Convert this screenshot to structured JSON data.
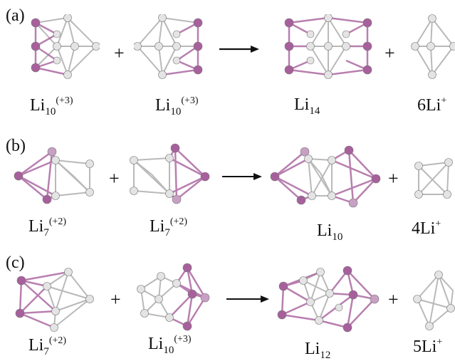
{
  "colors": {
    "pink": "#a7609c",
    "white_atom": "#e4e4e4",
    "bond_grey": "#b9b9b9"
  },
  "rows": [
    {
      "label": "(a)",
      "reactant1": {
        "base": "Li",
        "sub": "10",
        "charge": "(+3)"
      },
      "reactant2": {
        "base": "Li",
        "sub": "10",
        "charge": "(+3)"
      },
      "product": {
        "base": "Li",
        "sub": "14",
        "charge": ""
      },
      "byproduct": {
        "coef": "6",
        "base": "Li",
        "charge": "+"
      }
    },
    {
      "label": "(b)",
      "reactant1": {
        "base": "Li",
        "sub": "7",
        "charge": "(+2)"
      },
      "reactant2": {
        "base": "Li",
        "sub": "7",
        "charge": "(+2)"
      },
      "product": {
        "base": "Li",
        "sub": "10",
        "charge": ""
      },
      "byproduct": {
        "coef": "4",
        "base": "Li",
        "charge": "+"
      }
    },
    {
      "label": "(c)",
      "reactant1": {
        "base": "Li",
        "sub": "7",
        "charge": "(+2)"
      },
      "reactant2": {
        "base": "Li",
        "sub": "10",
        "charge": "(+3)"
      },
      "product": {
        "base": "Li",
        "sub": "12",
        "charge": ""
      },
      "byproduct": {
        "coef": "5",
        "base": "Li",
        "charge": "+"
      }
    }
  ],
  "plus_sign": "+"
}
